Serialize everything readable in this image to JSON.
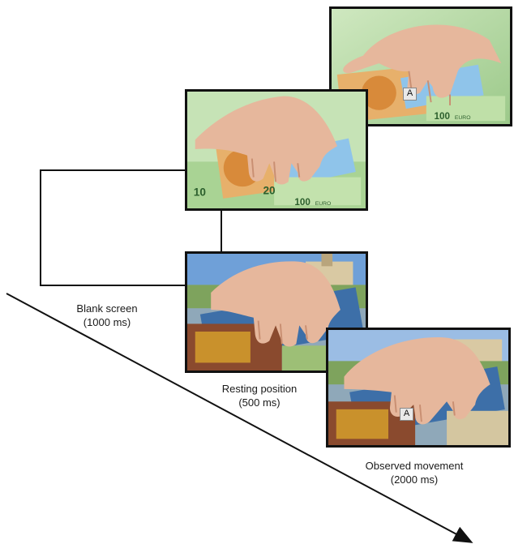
{
  "stages": {
    "blank": {
      "title": "Blank screen",
      "duration": "(1000 ms)"
    },
    "resting": {
      "title": "Resting position",
      "duration": "(500 ms)"
    },
    "observed": {
      "title": "Observed movement",
      "duration": "(2000 ms)"
    }
  },
  "key_letter": "A",
  "banknote_texts": {
    "note_10": "10",
    "note_20": "20",
    "note_100": "100",
    "currency": "EURO"
  },
  "icons": [
    "hand-icon",
    "banknote-icon",
    "landscape-icon"
  ],
  "colors": {
    "frame_border": "#111111",
    "banknote_green": "#9cc98a",
    "banknote_orange": "#e7b06b",
    "sky_blue": "#6fa0d8",
    "skin": "#e6b79c"
  }
}
